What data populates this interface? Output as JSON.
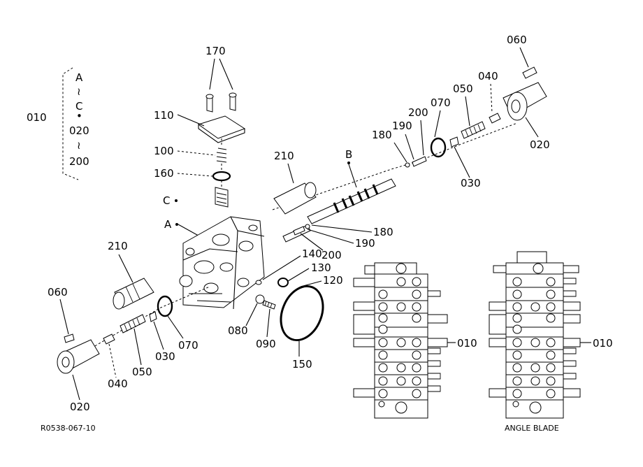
{
  "diagram": {
    "group": {
      "label": "010",
      "variants": [
        {
          "text": "A"
        },
        {
          "text": "≀"
        },
        {
          "text": "C"
        },
        {
          "text": "•"
        },
        {
          "text": "020"
        },
        {
          "text": "≀"
        },
        {
          "text": "200"
        }
      ]
    },
    "markers": {
      "a": "A",
      "b": "B",
      "c": "C"
    },
    "callouts": {
      "c170": "170",
      "c110": "110",
      "c100": "100",
      "c160": "160",
      "c210_top": "210",
      "c210_left": "210",
      "c060_top": "060",
      "c060_left": "060",
      "c040_top": "040",
      "c040_left": "040",
      "c050_top": "050",
      "c050_left": "050",
      "c070_top": "070",
      "c070_left": "070",
      "c200_top": "200",
      "c200_mid": "200",
      "c190_top": "190",
      "c190_mid": "190",
      "c180_top": "180",
      "c180_mid": "180",
      "c020_top": "020",
      "c020_left": "020",
      "c030_top": "030",
      "c030_left": "030",
      "c140": "140",
      "c130": "130",
      "c120": "120",
      "c080": "080",
      "c090": "090",
      "c150": "150",
      "c010_a": "010",
      "c010_b": "010"
    },
    "caption_right": "ANGLE BLADE",
    "figure_code": "R0538-067-10"
  }
}
